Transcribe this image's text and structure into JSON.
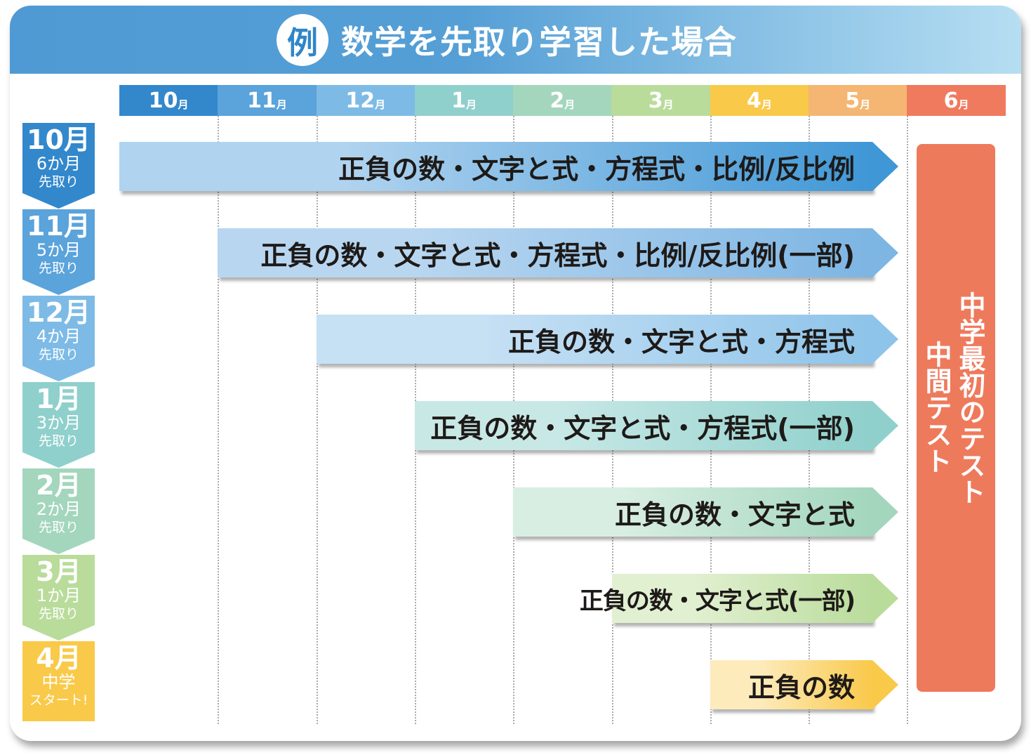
{
  "header": {
    "badge": "例",
    "title": "数学を先取り学習した場合"
  },
  "months": [
    {
      "num": "10",
      "unit": "月",
      "color": "#3388cc"
    },
    {
      "num": "11",
      "unit": "月",
      "color": "#5aa3db"
    },
    {
      "num": "12",
      "unit": "月",
      "color": "#7dbbe6"
    },
    {
      "num": "1",
      "unit": "月",
      "color": "#8fd0cc"
    },
    {
      "num": "2",
      "unit": "月",
      "color": "#a3d6bd"
    },
    {
      "num": "3",
      "unit": "月",
      "color": "#b9dc9b"
    },
    {
      "num": "4",
      "unit": "月",
      "color": "#f9c94a"
    },
    {
      "num": "5",
      "unit": "月",
      "color": "#f5b673"
    },
    {
      "num": "6",
      "unit": "月",
      "color": "#ef7a5e"
    }
  ],
  "starts": [
    {
      "month": "10月",
      "duration": "6か月",
      "note": "先取り",
      "color": "#3388cc"
    },
    {
      "month": "11月",
      "duration": "5か月",
      "note": "先取り",
      "color": "#5aa3db"
    },
    {
      "month": "12月",
      "duration": "4か月",
      "note": "先取り",
      "color": "#7dbbe6"
    },
    {
      "month": "1月",
      "duration": "3か月",
      "note": "先取り",
      "color": "#8fd0cc"
    },
    {
      "month": "2月",
      "duration": "2か月",
      "note": "先取り",
      "color": "#a3d6bd"
    },
    {
      "month": "3月",
      "duration": "1か月",
      "note": "先取り",
      "color": "#b9dc9b"
    },
    {
      "month": "4月",
      "duration": "中学",
      "note": "スタート!",
      "color": "#f9c94a"
    }
  ],
  "bars": [
    {
      "text": "正負の数・文字と式・方程式・比例/反比例",
      "from": "#b0d3ef",
      "to": "#3f97d6"
    },
    {
      "text": "正負の数・文字と式・方程式・比例/反比例(一部)",
      "from": "#b8d6f0",
      "to": "#7db5e3"
    },
    {
      "text": "正負の数・文字と式・方程式",
      "from": "#c6e0f4",
      "to": "#8ec4ea"
    },
    {
      "text": "正負の数・文字と式・方程式(一部)",
      "from": "#c8e8e6",
      "to": "#8fd0cc"
    },
    {
      "text": "正負の数・文字と式",
      "from": "#d8eee2",
      "to": "#a3d6bd"
    },
    {
      "text": "正負の数・文字と式(一部)",
      "from": "#e2f0d2",
      "to": "#b9dc9b"
    },
    {
      "text": "正負の数",
      "from": "#fdebbc",
      "to": "#f9c94a"
    }
  ],
  "test": {
    "line1": "中学最初のテスト",
    "line2": "中間テスト"
  }
}
